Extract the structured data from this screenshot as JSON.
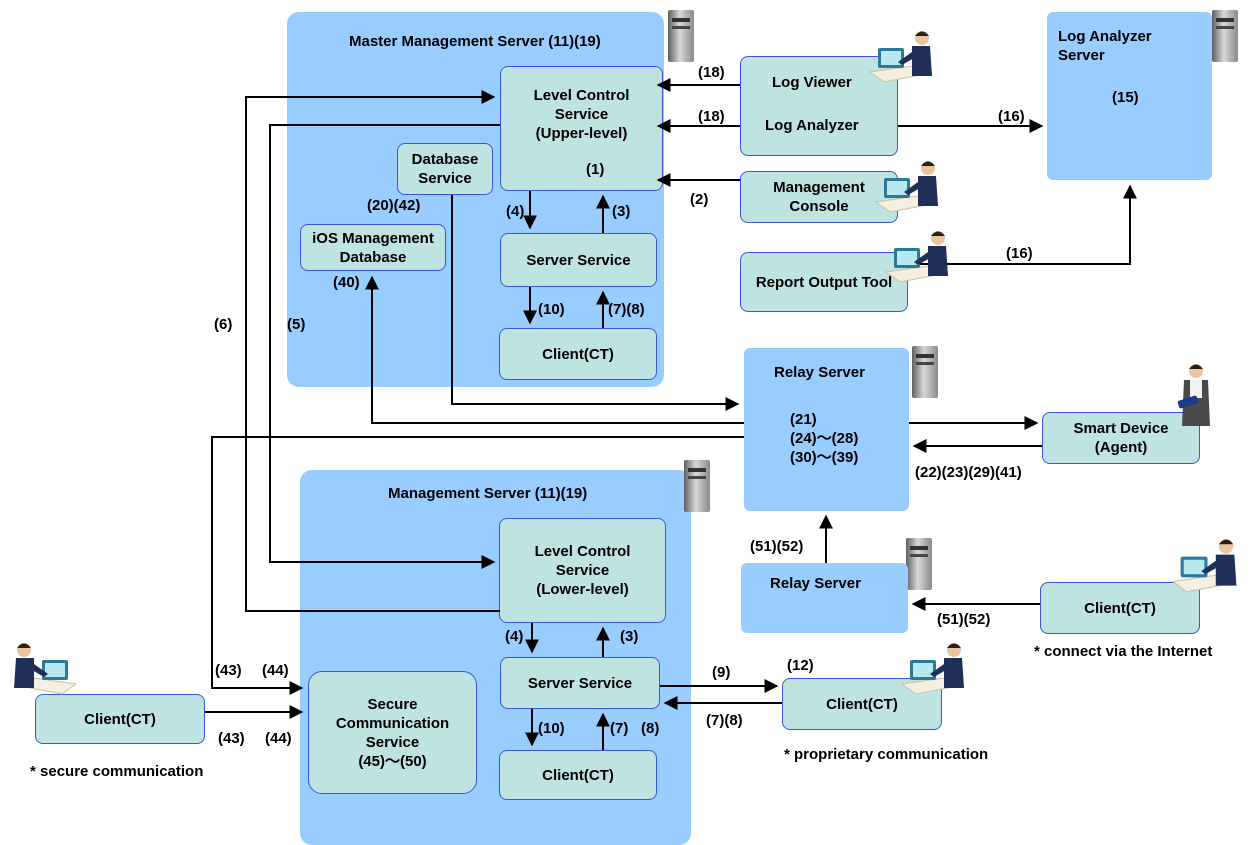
{
  "zones": {
    "master": "Master Management Server (11)(19)",
    "management": "Management Server (11)(19)"
  },
  "boxes": {
    "level_upper": "Level Control\nService\n(Upper-level)",
    "level_upper_num": "(1)",
    "database_service": "Database\nService",
    "ios_db": "iOS Management\nDatabase",
    "server_service_master": "Server Service",
    "client_master": "Client(CT)",
    "log_viewer": "Log Viewer",
    "log_analyzer": "Log Analyzer",
    "management_console": "Management\nConsole",
    "report_output_tool": "Report Output Tool",
    "log_analyzer_server": "Log Analyzer\nServer",
    "log_analyzer_server_num": "(15)",
    "relay_server_top": "Relay Server",
    "relay_server_top_nums": "(21)\n(24)〜(28)\n(30)〜(39)",
    "smart_device": "Smart Device\n(Agent)",
    "relay_server_bottom": "Relay Server",
    "client_internet": "Client(CT)",
    "level_lower": "Level Control\nService\n(Lower-level)",
    "server_service_mgmt": "Server Service",
    "client_mgmt": "Client(CT)",
    "secure_comm": "Secure\nCommunication\nService\n(45)〜(50)",
    "client_secure": "Client(CT)",
    "client_proprietary": "Client(CT)"
  },
  "labels": {
    "l18a": "(18)",
    "l18b": "(18)",
    "l16a": "(16)",
    "l16b": "(16)",
    "l2": "(2)",
    "l4a": "(4)",
    "l3a": "(3)",
    "l10a": "(10)",
    "l78a": "(7)(8)",
    "l2042": "(20)(42)",
    "l40": "(40)",
    "l6": "(6)",
    "l5": "(5)",
    "l22": "(22)(23)(29)(41)",
    "l5152a": "(51)(52)",
    "l5152b": "(51)(52)",
    "l4b": "(4)",
    "l3b": "(3)",
    "l10b": "(10)",
    "l7b": "(7)",
    "l8b": "(8)",
    "l9": "(9)",
    "l78b": "(7)(8)",
    "l12": "(12)",
    "l4344a": "(43)",
    "l4344b": "(44)",
    "l4344c": "(43)",
    "l4344d": "(44)"
  },
  "notes": {
    "internet": "* connect via the Internet",
    "proprietary": "* proprietary communication",
    "secure": "* secure communication"
  }
}
